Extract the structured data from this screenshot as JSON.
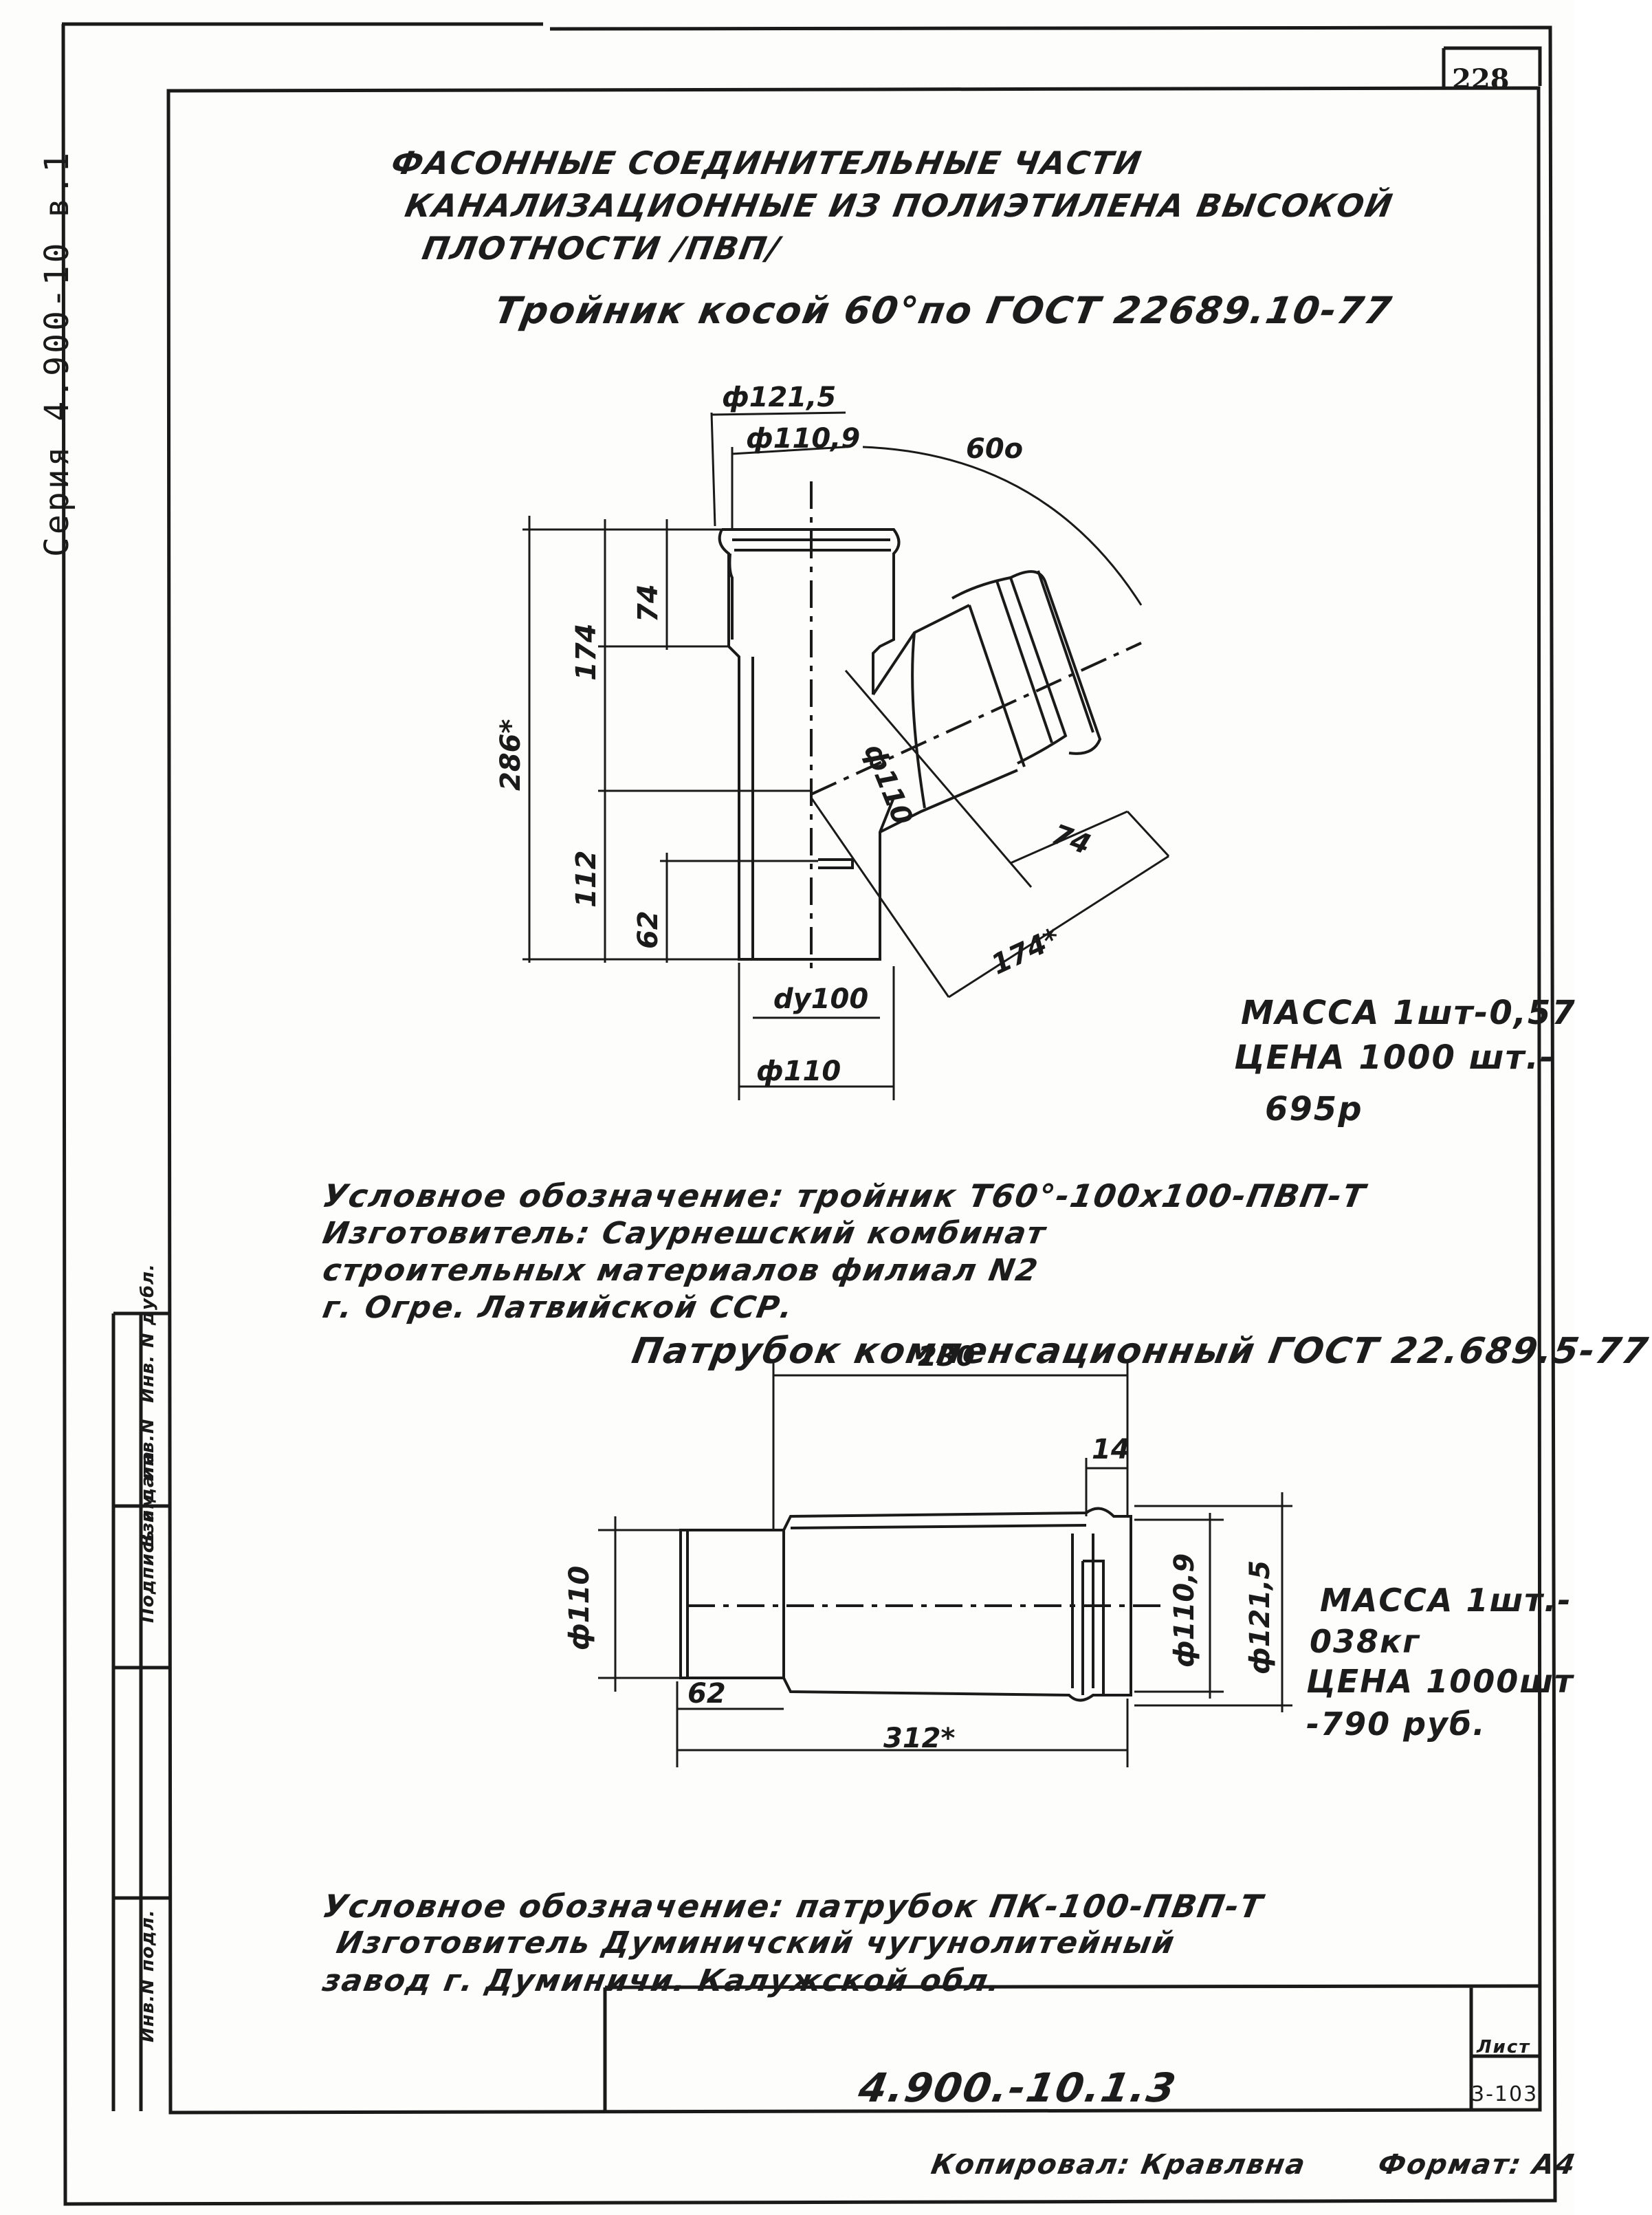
{
  "sheet_number": "228",
  "series_label": "Серия 4.900-10 в.1",
  "heading": {
    "line1": "ФАСОННЫЕ СОЕДИНИТЕЛЬНЫЕ ЧАСТИ",
    "line2": "КАНАЛИЗАЦИОННЫЕ ИЗ ПОЛИЭТИЛЕНА ВЫСОКОЙ",
    "line3": "ПЛОТНОСТИ /ПВП/"
  },
  "part1": {
    "title": "Тройник косой 60°по ГОСТ 22689.10-77",
    "dims": {
      "d_outer_socket": "ф121,5",
      "d_inner_socket": "ф110,9",
      "angle": "60о",
      "h_socket": "74",
      "h_upper": "174",
      "h_total": "286*",
      "h_lower": "112",
      "h_spigot": "62",
      "d_branch": "ф110",
      "l_branch_socket": "74",
      "l_branch": "174*",
      "du": "dу100",
      "d_spigot": "ф110"
    },
    "mass": {
      "line1": "МАССА 1шт-0,57",
      "line2": "ЦЕНА 1000 шт.-",
      "line3": "695р"
    },
    "designation": "Условное обозначение: тройник Т60°-100х100-ПВП-Т",
    "maker_line1": "Изготовитель: Саурнешский комбинат",
    "maker_line2": "строительных материалов филиал N2",
    "maker_line3": "г. Огре. Латвийской ССР."
  },
  "part2": {
    "title": "Патрубок компенсационный ГОСТ 22.689.5-77",
    "dims": {
      "length": "230",
      "socket_len": "14",
      "d_outer": "ф110",
      "d_inner": "ф110,9",
      "d_socket": "ф121,5",
      "spigot_len": "62",
      "total_len": "312*"
    },
    "mass": {
      "line1": "МАССА 1шт.-",
      "line2": "038кг",
      "line3": "ЦЕНА 1000шт",
      "line4": "-790 руб."
    },
    "designation": "Условное обозначение: патрубок ПК-100-ПВП-Т",
    "maker_line1": "Изготовитель Думиничский чугунолитейный",
    "maker_line2": "завод г. Думиничи. Калужской обл."
  },
  "title_block": {
    "doc_code": "4.900.-10.1.3",
    "sheet_label": "Лист",
    "sheet_value": "3-103"
  },
  "side_stamp": {
    "inv_podl": "Инв.N подл.",
    "podp_data": "Подпись и дата",
    "vzam_inv": "Взам. инв.N",
    "inv_dubl": "Инв. N дубл."
  },
  "footer": {
    "copied_by": "Копировал: Кравлвна",
    "format": "Формат: А4"
  }
}
